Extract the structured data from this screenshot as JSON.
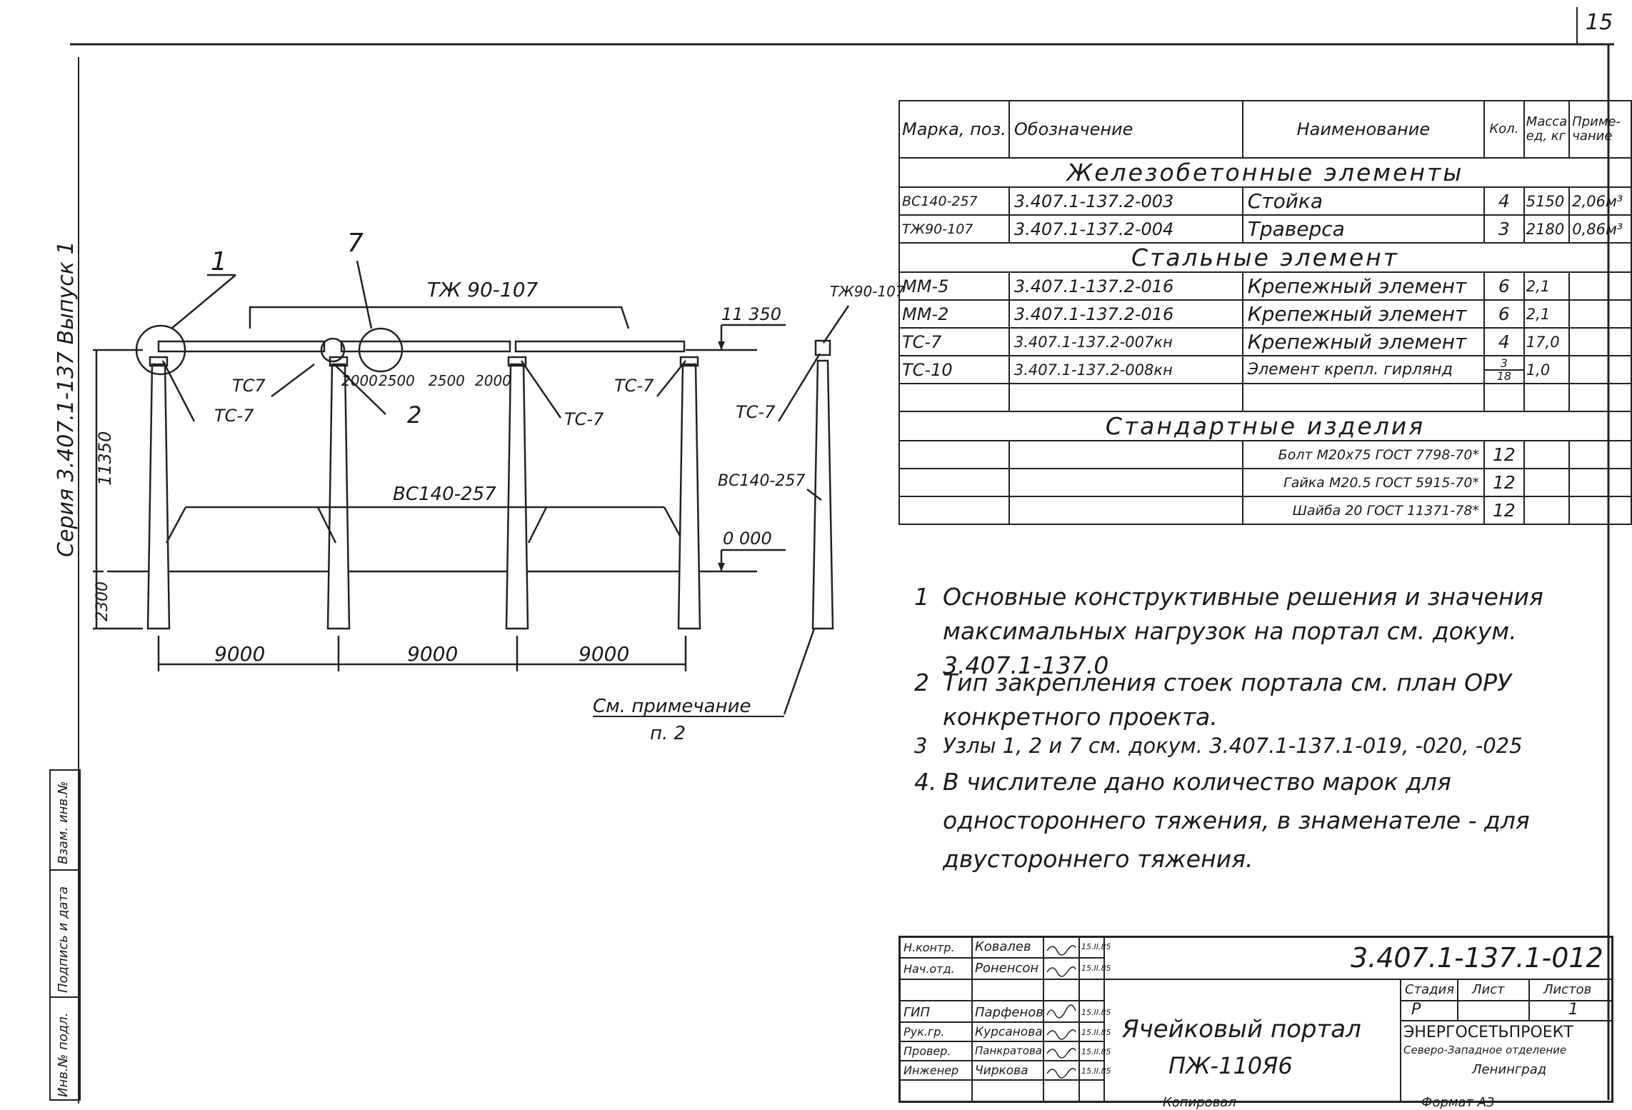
{
  "sheet_number": "15",
  "series_label": "Серия 3.407.1-137 Выпуск 1",
  "drawing": {
    "dim_total_height": "11350",
    "dim_below_ground": "2300",
    "elev_top": "11 350",
    "elev_ground": "0 000",
    "span_1": "9000",
    "span_2": "9000",
    "span_3": "9000",
    "sub_dims": [
      "2000",
      "2500",
      "2500",
      "2000"
    ],
    "label_node_1": "1",
    "label_node_2": "2",
    "label_node_7": "7",
    "label_traverse": "ТЖ 90-107",
    "label_traverse_side": "ТЖ90-107",
    "label_tc7_a": "ТС7",
    "label_tc7_b": "ТС-7",
    "label_tc7_c": "ТС-7",
    "label_tc7_d": "ТС-7",
    "label_tc7_side": "ТС-7",
    "label_column": "ВС140-257",
    "label_column_side": "ВС140-257",
    "note_ref": "См. примечание",
    "note_ref_item": "п. 2"
  },
  "spec_table": {
    "headers": {
      "mark": "Марка, поз.",
      "designation": "Обозначение",
      "name": "Наименование",
      "qty": "Кол.",
      "mass": "Масса ед, кг",
      "note": "Приме-чание"
    },
    "section_1": "Железобетонные элементы",
    "rows_1": [
      {
        "mark": "ВС140-257",
        "designation": "3.407.1-137.2-003",
        "name": "Стойка",
        "qty": "4",
        "mass": "5150",
        "note": "2,06м³"
      },
      {
        "mark": "ТЖ90-107",
        "designation": "3.407.1-137.2-004",
        "name": "Траверса",
        "qty": "3",
        "mass": "2180",
        "note": "0,86м³"
      }
    ],
    "section_2": "Стальные элемент",
    "rows_2": [
      {
        "mark": "ММ-5",
        "designation": "3.407.1-137.2-016",
        "name": "Крепежный элемент",
        "qty": "6",
        "mass": "2,1",
        "note": ""
      },
      {
        "mark": "ММ-2",
        "designation": "3.407.1-137.2-016",
        "name": "Крепежный элемент",
        "qty": "6",
        "mass": "2,1",
        "note": ""
      },
      {
        "mark": "ТС-7",
        "designation": "3.407.1-137.2-007кн",
        "name": "Крепежный элемент",
        "qty": "4",
        "mass": "17,0",
        "note": ""
      },
      {
        "mark": "ТС-10",
        "designation": "3.407.1-137.2-008кн",
        "name": "Элемент крепл. гирлянд",
        "qty_num": "3",
        "qty_den": "18",
        "mass": "1,0",
        "note": ""
      }
    ],
    "section_3": "Стандартные изделия",
    "rows_3": [
      {
        "name": "Болт М20х75 ГОСТ 7798-70*",
        "qty": "12"
      },
      {
        "name": "Гайка М20.5 ГОСТ 5915-70*",
        "qty": "12"
      },
      {
        "name": "Шайба 20 ГОСТ 11371-78*",
        "qty": "12"
      }
    ]
  },
  "notes": [
    {
      "num": "1",
      "text": "Основные конструктивные решения и значения максимальных нагрузок на портал см. докум. 3.407.1-137.0"
    },
    {
      "num": "2",
      "text": "Тип закрепления стоек портала см. план ОРУ конкретного проекта."
    },
    {
      "num": "3",
      "text": "Узлы 1, 2 и 7 см. докум. 3.407.1-137.1-019, -020, -025"
    },
    {
      "num": "4.",
      "text": "В числителе дано количество марок для одностороннего тяжения, в знаменателе - для двустороннего тяжения."
    }
  ],
  "title_block": {
    "doc_code": "3.407.1-137.1-012",
    "title_line1": "Ячейковый портал",
    "title_line2": "ПЖ-110Я6",
    "stage_label": "Стадия",
    "sheet_label": "Лист",
    "sheets_label": "Листов",
    "stage_value": "Р",
    "sheets_value": "1",
    "org_line1": "ЭНЕРГОСЕТЬПРОЕКТ",
    "org_line2": "Северо-Западное отделение",
    "org_line3": "Ленинград",
    "people": [
      {
        "role": "Н.контр.",
        "name": "Ковалев",
        "date": "15.II.85"
      },
      {
        "role": "Нач.отд.",
        "name": "Роненсон",
        "date": "15.II.85"
      },
      {
        "role": "",
        "name": "",
        "date": ""
      },
      {
        "role": "ГИП",
        "name": "Парфенов",
        "date": "15.II.85"
      },
      {
        "role": "Рук.гр.",
        "name": "Курсанова",
        "date": "15.II.85"
      },
      {
        "role": "Провер.",
        "name": "Панкратова",
        "date": "15.II.85"
      },
      {
        "role": "Инженер",
        "name": "Чиркова",
        "date": "15.II.85"
      }
    ],
    "copied": "Копировал",
    "format": "Формат А3"
  },
  "side_stamp": {
    "inv_original": "Инв.№ подл.",
    "sign_date": "Подпись и дата",
    "replaces_inv": "Взам. инв.№"
  }
}
